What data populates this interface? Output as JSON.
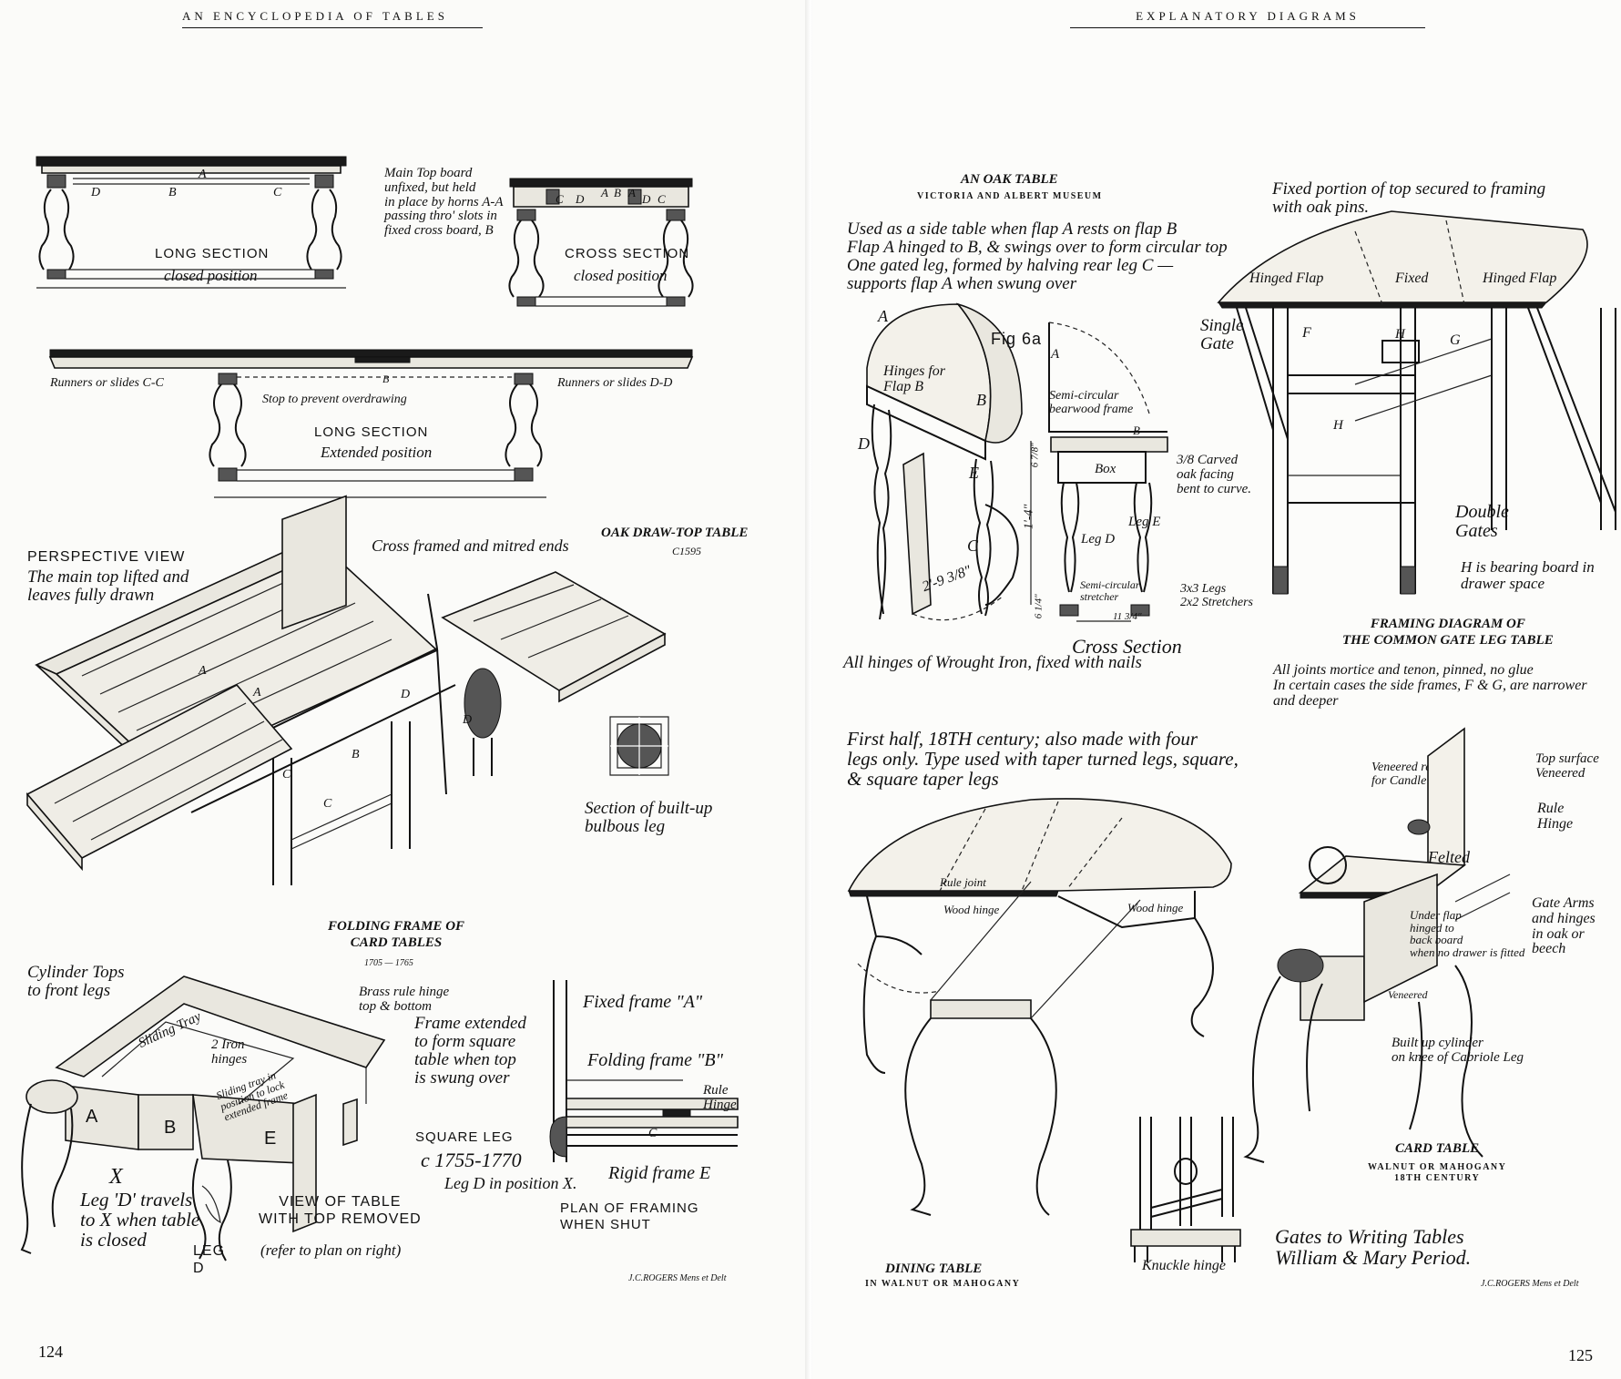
{
  "running_heads": {
    "left": "AN ENCYCLOPEDIA OF TABLES",
    "right": "EXPLANATORY DIAGRAMS"
  },
  "folios": {
    "left": "124",
    "right": "125"
  },
  "signatures": {
    "left": "J.C.ROGERS Mens et Delt",
    "right": "J.C.ROGERS Mens et Delt"
  },
  "left_page": {
    "drawtop": {
      "note_main_top": "Main Top board\nunfixed, but held\nin place by horns A-A\npassing thro' slots in\nfixed cross board, B",
      "long_section": "LONG SECTION",
      "closed_position": "closed position",
      "cross_section": "CROSS SECTION",
      "cross_closed": "closed position",
      "labels_closed": [
        "D",
        "B",
        "C",
        "A"
      ],
      "labels_cross": [
        "C",
        "D",
        "A",
        "B",
        "A",
        "D",
        "C"
      ],
      "runners_cc": "Runners or slides C-C",
      "runners_dd": "Runners or slides D-D",
      "stop": "Stop to prevent overdrawing",
      "stop_label": "B",
      "long_section_ext": "LONG SECTION",
      "extended_position": "Extended position"
    },
    "perspective": {
      "heading": "PERSPECTIVE VIEW",
      "note": "The main top lifted and\nleaves fully drawn",
      "cross_framed": "Cross framed and mitred ends",
      "title": "OAK DRAW-TOP TABLE",
      "date": "C1595",
      "letters": [
        "A",
        "A",
        "D",
        "D",
        "B",
        "C",
        "C"
      ],
      "section_note": "Section of built-up\nbulbous leg"
    },
    "folding": {
      "title": "FOLDING FRAME OF\nCARD TABLES",
      "date": "1705 — 1765",
      "cylinder_tops": "Cylinder Tops\nto front legs",
      "brass_hinge": "Brass rule hinge\ntop & bottom",
      "iron_hinges": "2 Iron\nhinges",
      "sliding_tray": "Sliding Tray",
      "sliding_tray_note": "Sliding tray in\nposition to lock\nextended frame",
      "frame_extended": "Frame extended\nto form square\ntable when top\nis swung over",
      "square_leg": "SQUARE LEG",
      "square_leg_date": "c 1755-1770",
      "letters": [
        "A",
        "B",
        "E"
      ],
      "x_label": "X",
      "leg_d_travels": "Leg 'D' travels\nto X when table\nis closed",
      "leg_d": "LEG\nD",
      "view_of_table": "VIEW OF TABLE\nWITH TOP REMOVED",
      "refer": "(refer to plan on right)",
      "fixed_frame": "Fixed frame \"A\"",
      "folding_frame": "Folding frame \"B\"",
      "rule_hinge": "Rule\nHinge",
      "c_label": "C",
      "leg_d_position": "Leg D in position X.",
      "rigid_frame": "Rigid frame E",
      "plan_of_framing": "PLAN OF FRAMING\nWHEN SHUT"
    }
  },
  "right_page": {
    "oak_table": {
      "title": "AN OAK TABLE",
      "subtitle": "VICTORIA AND ALBERT MUSEUM",
      "note": "Used as a side table when flap A rests on flap B\nFlap A hinged to B, & swings over to form circular top\nOne gated leg, formed by halving rear leg C —\nsupports flap A when swung over",
      "fig": "Fig 6a",
      "letters": [
        "A",
        "B",
        "D",
        "E",
        "C",
        "A"
      ],
      "hinges_for": "Hinges for\nFlap B",
      "semi_frame": "Semi-circular\nbearwood frame",
      "b_label": "B",
      "carved": "3/8 Carved\noak facing\nbent to curve.",
      "box": "Box",
      "leg_e": "Leg E",
      "leg_d": "Leg D",
      "semi_stretcher": "Semi-circular\nstretcher",
      "legs_size": "3x3 Legs\n2x2 Stretchers",
      "dim_width": "2'-9 3/8\"",
      "dim_height": "1'-4\"",
      "dim_678": "6 7/8\"",
      "dim_64": "6 1/4\"",
      "dim_1134": "11 3/4\"",
      "cross_section": "Cross Section",
      "hinges_note": "All hinges of Wrought Iron, fixed with nails"
    },
    "gate_leg": {
      "fixed_portion": "Fixed portion of top secured to framing\nwith oak pins.",
      "hinged_flap_l": "Hinged Flap",
      "fixed": "Fixed",
      "hinged_flap_r": "Hinged Flap",
      "single_gate": "Single\nGate",
      "letters": [
        "F",
        "H",
        "G",
        "H"
      ],
      "double_gates": "Double\nGates",
      "h_note": "H is bearing board in\ndrawer space",
      "title": "FRAMING DIAGRAM OF\nTHE COMMON GATE LEG TABLE",
      "note": "All joints mortice and tenon, pinned, no glue\nIn certain cases the side frames, F & G, are narrower\nand deeper"
    },
    "dining": {
      "note": "First half, 18TH century; also made with four\nlegs only. Type used with taper turned legs, square,\n& square taper legs",
      "rule_joint": "Rule joint",
      "wood_hinge_l": "Wood hinge",
      "wood_hinge_r": "Wood hinge",
      "title": "DINING TABLE",
      "subtitle": "IN WALNUT OR MAHOGANY"
    },
    "gates_writing": {
      "knuckle": "Knuckle hinge",
      "note": "Gates to Writing Tables\nWilliam & Mary Period."
    },
    "card_table": {
      "veneered_reserve": "Veneered reserve\nfor Candle Stick",
      "top_surface": "Top surface\nVeneered",
      "rule_hinge": "Rule\nHinge",
      "felted": "Felted",
      "gate_arms": "Gate Arms\nand hinges\nin oak or\nbeech",
      "under_flap": "Under flap\nhinged to\nback board\nwhen no drawer is fitted",
      "veneered": "Veneered",
      "built_up": "Built up cylinder\non knee of Cabriole Leg",
      "title": "CARD TABLE",
      "subtitle": "WALNUT OR MAHOGANY\n18TH CENTURY"
    }
  }
}
